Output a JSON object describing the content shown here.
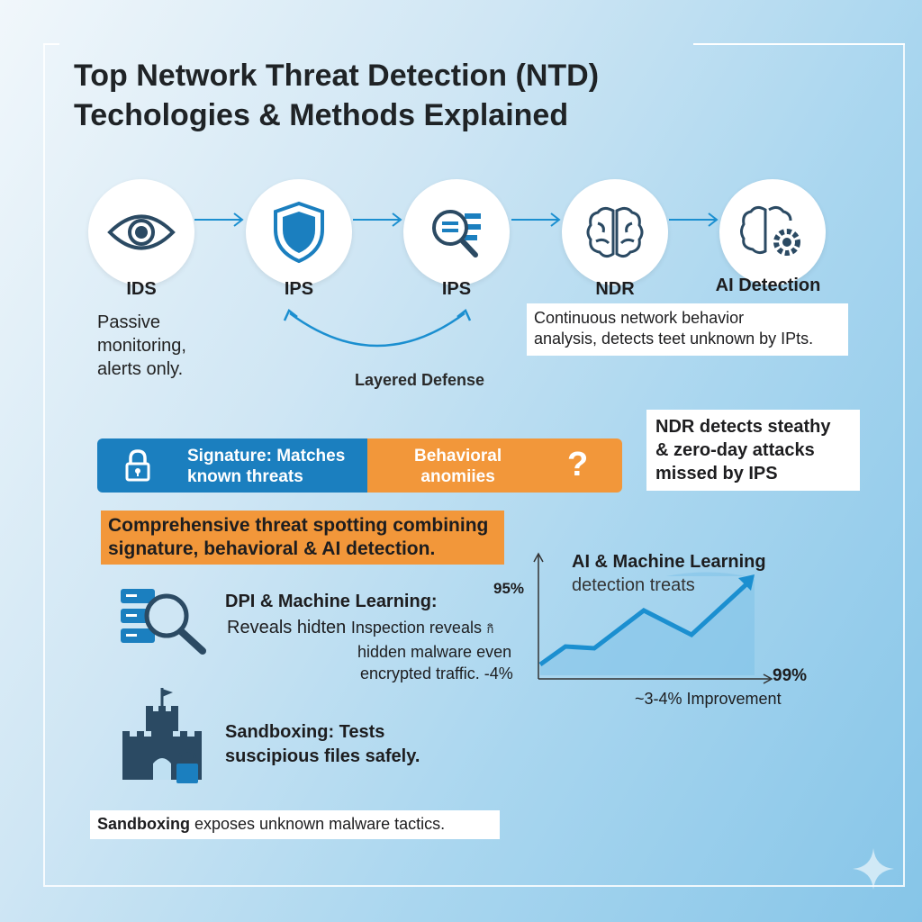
{
  "title": {
    "line1": "Top Network Threat Detection (NTD)",
    "line2": "Techologies & Methods Explained"
  },
  "flow": [
    {
      "label": "IDS",
      "icon": "eye-icon"
    },
    {
      "label": "IPS",
      "icon": "shield-icon"
    },
    {
      "label": "IPS",
      "icon": "document-search-icon"
    },
    {
      "label": "NDR",
      "icon": "brain-icon"
    },
    {
      "label": "AI Detection",
      "icon": "brain-gear-icon"
    }
  ],
  "ids_desc": {
    "l1": "Passive",
    "l2": "monitoring,",
    "l3": "alerts only."
  },
  "layered_defense": "Layered Defense",
  "ndr_desc": {
    "l1": "Continuous network behavior",
    "l2": "analysis, detects teet unknown by IPts."
  },
  "ndr_note": {
    "l1": "NDR detects steathy",
    "l2": "& zero-day attacks",
    "l3": "missed by IPS"
  },
  "bar": {
    "signature_l1": "Signature: Matches",
    "signature_l2": "known threats",
    "behavioral_l1": "Behavioral",
    "behavioral_l2": "anomiies",
    "question": "?"
  },
  "comprehensive": {
    "l1": "Comprehensive threat spotting combining",
    "l2": "signature, behavioral & AI detection."
  },
  "dpi": {
    "title": "DPI & Machine Learning:",
    "l1a": "Reveals hidten",
    "l1b": "Inspection reveals",
    "glyph": "กิ",
    "l2": "hidden malware even",
    "l3": "encrypted traffic.",
    "l3b": "-4%"
  },
  "chart": {
    "title": "AI & Machine Learning",
    "subtitle": "detection treats",
    "y_top": "95%",
    "x_end": "99%",
    "improvement": "~3-4% Improvement"
  },
  "sandbox": {
    "l1": "Sandboxing: Tests",
    "l2": "suscipious files safely."
  },
  "bottom": {
    "bold": "Sandboxing",
    "rest": " exposes unknown malware tactics."
  },
  "colors": {
    "blue": "#1b7fbf",
    "orange": "#f2973a",
    "dark": "#2b4a63"
  }
}
